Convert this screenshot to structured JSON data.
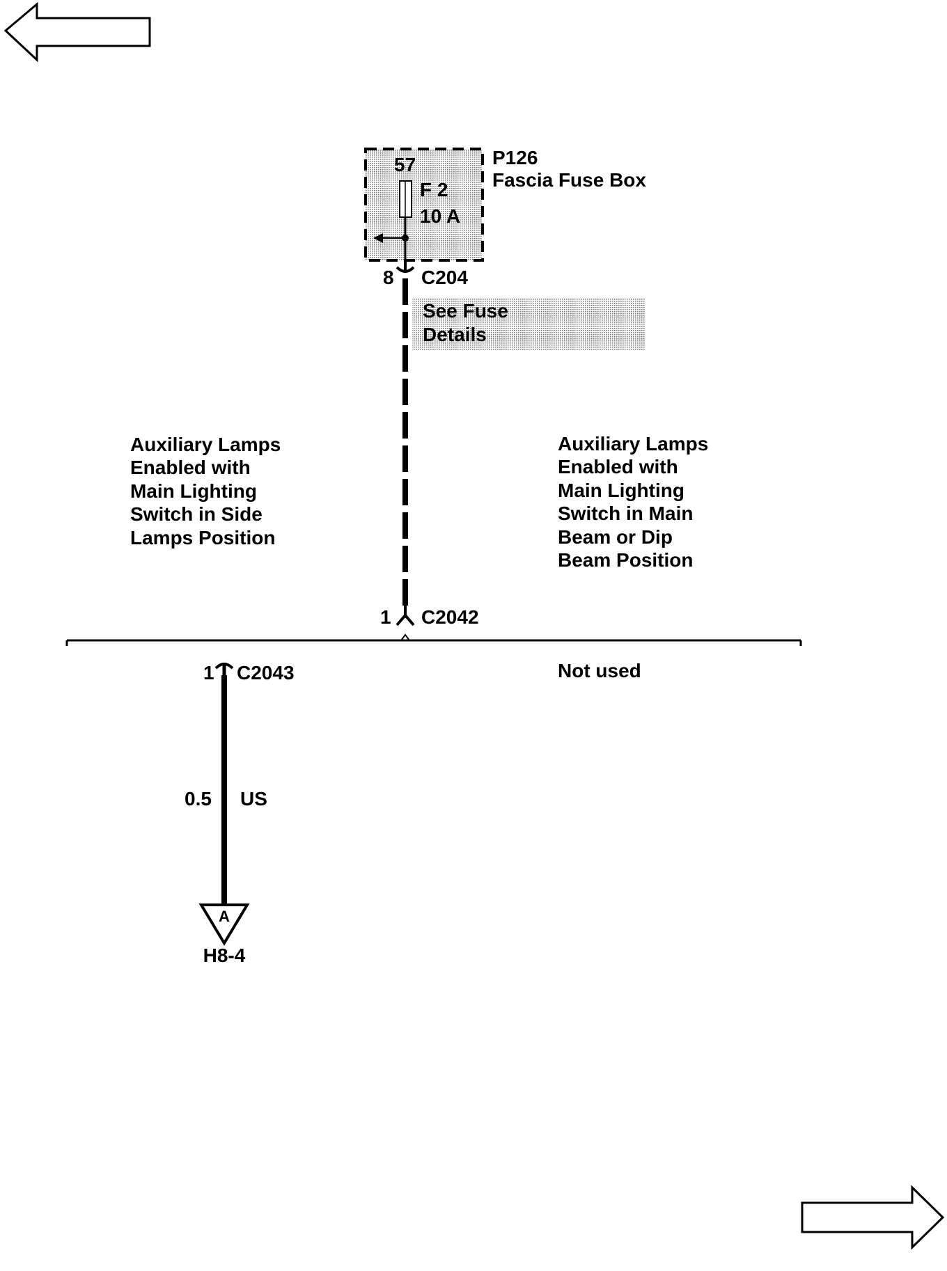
{
  "navigation": {
    "previous_icon": "left-arrow-icon",
    "next_icon": "right-arrow-icon"
  },
  "fuse_box": {
    "connector_id": "P126",
    "name": "Fascia Fuse Box",
    "fuse_number": "57",
    "fuse_label": "F 2",
    "fuse_rating": "10 A"
  },
  "connector_c204": {
    "pin": "8",
    "id": "C204"
  },
  "fuse_details_link": {
    "line1": "See Fuse",
    "line2": "Details"
  },
  "left_condition": [
    "Auxiliary Lamps",
    "Enabled with",
    "Main Lighting",
    "Switch in Side",
    "Lamps Position"
  ],
  "right_condition": [
    "Auxiliary Lamps",
    "Enabled with",
    "Main Lighting",
    "Switch in Main",
    "Beam or Dip",
    "Beam Position"
  ],
  "connector_c2042": {
    "pin": "1",
    "id": "C2042"
  },
  "connector_c2043": {
    "pin": "1",
    "id": "C2043"
  },
  "not_used_label": "Not used",
  "wire": {
    "size": "0.5",
    "color_code": "US"
  },
  "ground_reference": {
    "letter": "A",
    "location": "H8-4"
  },
  "colors": {
    "line": "#000000",
    "shade": "#c8c8c8",
    "background": "#ffffff"
  }
}
